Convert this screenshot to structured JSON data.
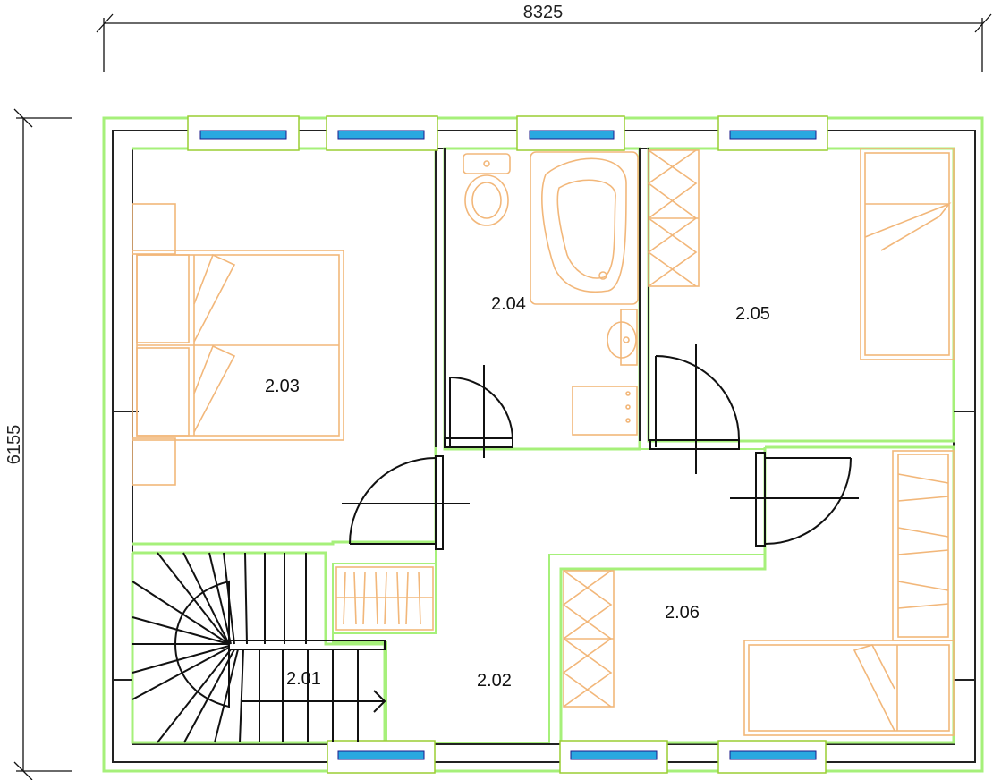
{
  "dimensions": {
    "width_label": "8325",
    "height_label": "6155"
  },
  "rooms": [
    {
      "id": "2.01",
      "label": "2.01"
    },
    {
      "id": "2.02",
      "label": "2.02"
    },
    {
      "id": "2.03",
      "label": "2.03"
    },
    {
      "id": "2.04",
      "label": "2.04"
    },
    {
      "id": "2.05",
      "label": "2.05"
    },
    {
      "id": "2.06",
      "label": "2.06"
    }
  ],
  "colors": {
    "walls": "#222222",
    "outline": "#a6f07a",
    "furniture": "#f2b77a",
    "window_glass": "#29a8e0"
  }
}
